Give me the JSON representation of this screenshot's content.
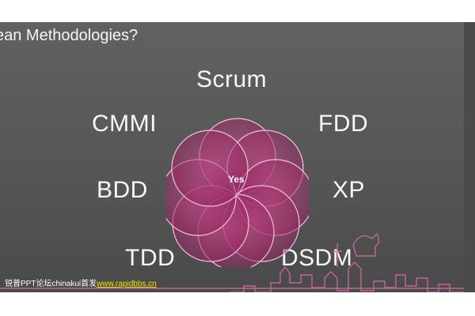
{
  "slide": {
    "title": "ean Methodologies?",
    "terms": [
      {
        "key": "scrum",
        "label": "Scrum"
      },
      {
        "key": "cmmi",
        "label": "CMMI"
      },
      {
        "key": "fdd",
        "label": "FDD"
      },
      {
        "key": "bdd",
        "label": "BDD"
      },
      {
        "key": "xp",
        "label": "XP"
      },
      {
        "key": "tdd",
        "label": "TDD"
      },
      {
        "key": "dsdm",
        "label": "DSDM"
      }
    ],
    "center_label": "Yes",
    "watermark_text": "锐普PPT论坛chinakui首发",
    "watermark_link": "www.rapidbbs.cn"
  },
  "colors": {
    "background": "#595959",
    "flower": "#b0306e",
    "skyline": "#d060a0",
    "text": "#f7f7f7",
    "link": "#f2e600"
  },
  "icons": [
    "flower-icon",
    "skyline-icon"
  ]
}
